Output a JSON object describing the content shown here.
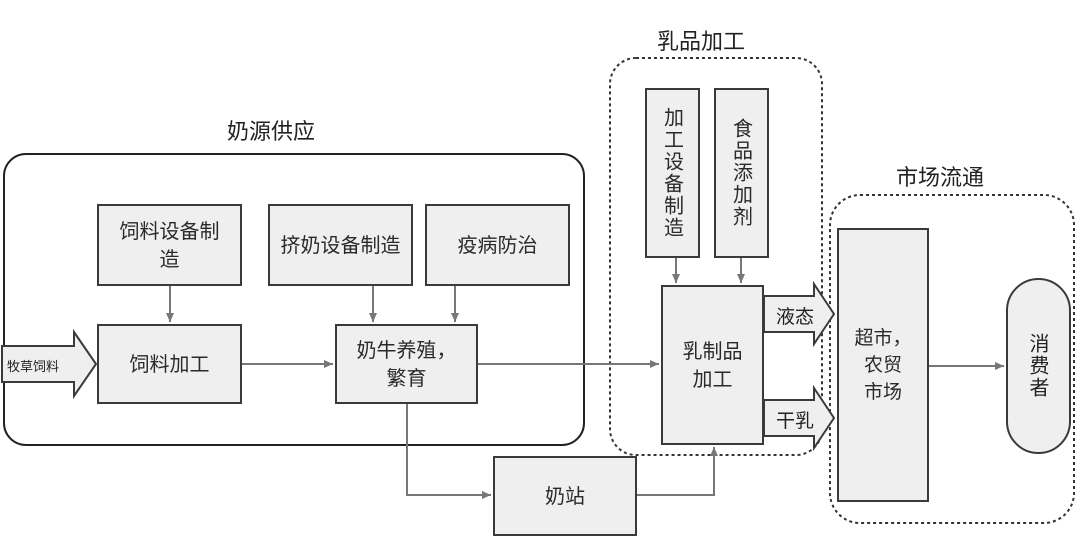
{
  "groups": {
    "milk_source": "奶源供应",
    "dairy_processing": "乳品加工",
    "market_circulation": "市场流通"
  },
  "nodes": {
    "feed_equipment": "饲料设备制造",
    "milking_equipment": "挤奶设备制造",
    "disease_control": "疫病防治",
    "forage_input": "牧草饲料",
    "feed_processing": "饲料加工",
    "cow_breeding_line1": "奶牛养殖，",
    "cow_breeding_line2": "繁育",
    "milk_station": "奶站",
    "processing_equipment": "加工设备制造",
    "food_additives": "食品添加剂",
    "dairy_product_processing_line1": "乳制品",
    "dairy_product_processing_line2": "加工",
    "liquid": "液态",
    "dry_milk": "干乳",
    "market_line1": "超市，",
    "market_line2": "农贸",
    "market_line3": "市场",
    "consumer": "消费者"
  }
}
